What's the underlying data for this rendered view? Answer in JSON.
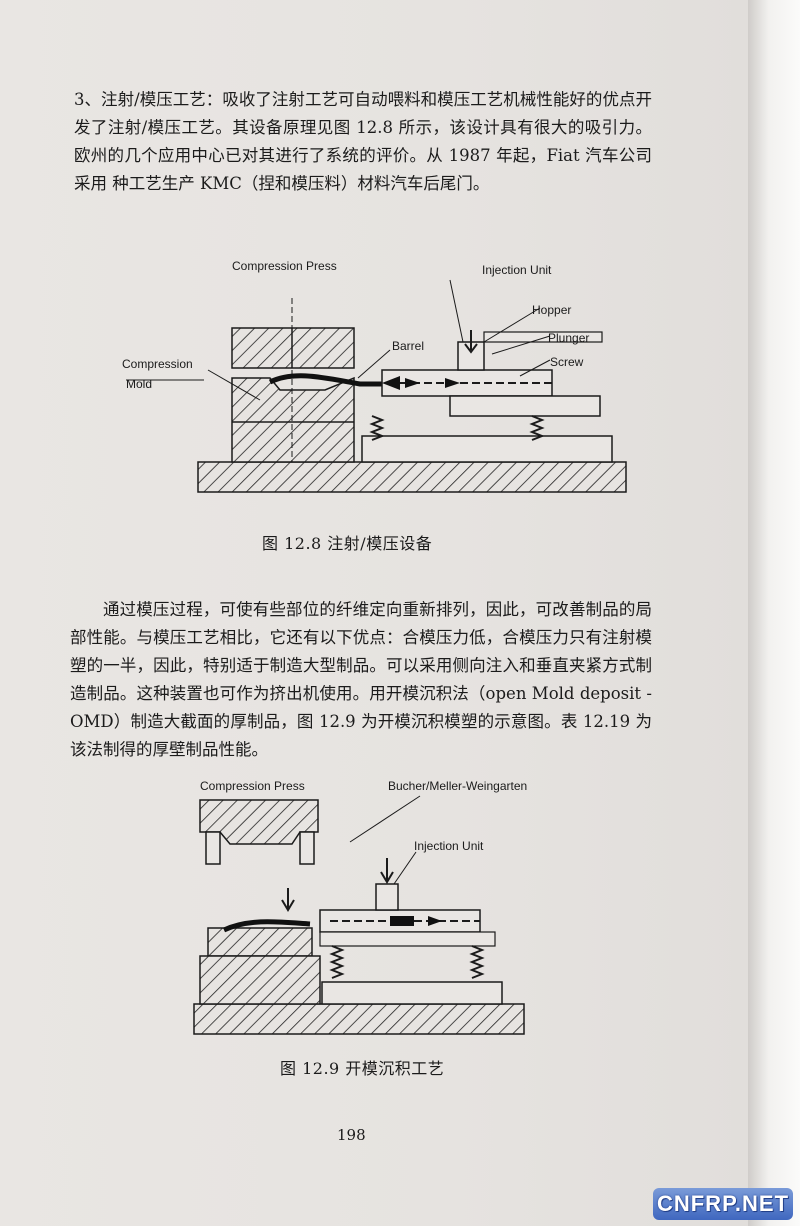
{
  "paragraph1": {
    "text": "3、注射/模压工艺：吸收了注射工艺可自动喂料和模压工艺机械性能好的优点开发了注射/模压工艺。其设备原理见图 12.8 所示，该设计具有很大的吸引力。欧州的几个应用中心已对其进行了系统的评价。从 1987 年起，Fiat 汽车公司采用 种工艺生产 KMC（捏和模压料）材料汽车后尾门。"
  },
  "figure1": {
    "caption": "图 12.8    注射/模压设备",
    "labels": {
      "compression_press": "Compression Press",
      "injection_unit": "Injection Unit",
      "hopper": "Hopper",
      "plunger": "Plunger",
      "barrel": "Barrel",
      "screw": "Screw",
      "compression": "Compression",
      "mold": "Mold"
    }
  },
  "paragraph2": {
    "text": "通过模压过程，可使有些部位的纤维定向重新排列，因此，可改善制品的局部性能。与模压工艺相比，它还有以下优点：合模压力低，合模压力只有注射模塑的一半，因此，特别适于制造大型制品。可以采用侧向注入和垂直夹紧方式制造制品。这种装置也可作为挤出机使用。用开模沉积法（open Mold deposit -OMD）制造大截面的厚制品，图 12.9 为开模沉积模塑的示意图。表 12.19 为该法制得的厚壁制品性能。"
  },
  "figure2": {
    "caption": "图 12.9    开模沉积工艺",
    "labels": {
      "compression_press": "Compression Press",
      "manufacturer": "Bucher/Meller-Weingarten",
      "injection_unit": "Injection Unit"
    }
  },
  "page_number": "198",
  "watermark": "CNFRP.NET"
}
